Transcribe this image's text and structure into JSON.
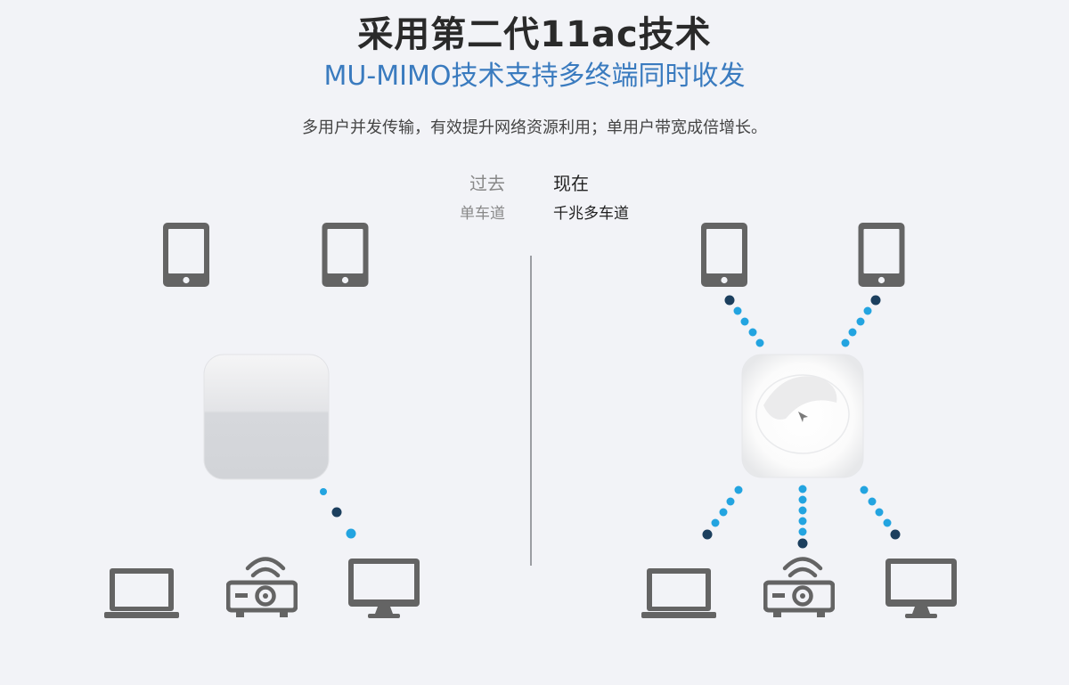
{
  "header": {
    "title": "采用第二代11ac技术",
    "subtitle": "MU-MIMO技术支持多终端同时收发",
    "description": "多用户并发传输，有效提升网络资源利用；单用户带宽成倍增长。"
  },
  "past": {
    "label": "过去",
    "sublabel": "单车道"
  },
  "now": {
    "label": "现在",
    "sublabel": "千兆多车道"
  },
  "colors": {
    "background": "#f2f3f7",
    "accent_blue": "#3a7bbf",
    "signal_light": "#23a4e0",
    "signal_dark": "#1c3f5e",
    "device_gray": "#646464"
  },
  "icons": [
    "phone-icon",
    "tablet-icon",
    "router-icon",
    "laptop-icon",
    "projector-icon",
    "monitor-icon"
  ]
}
